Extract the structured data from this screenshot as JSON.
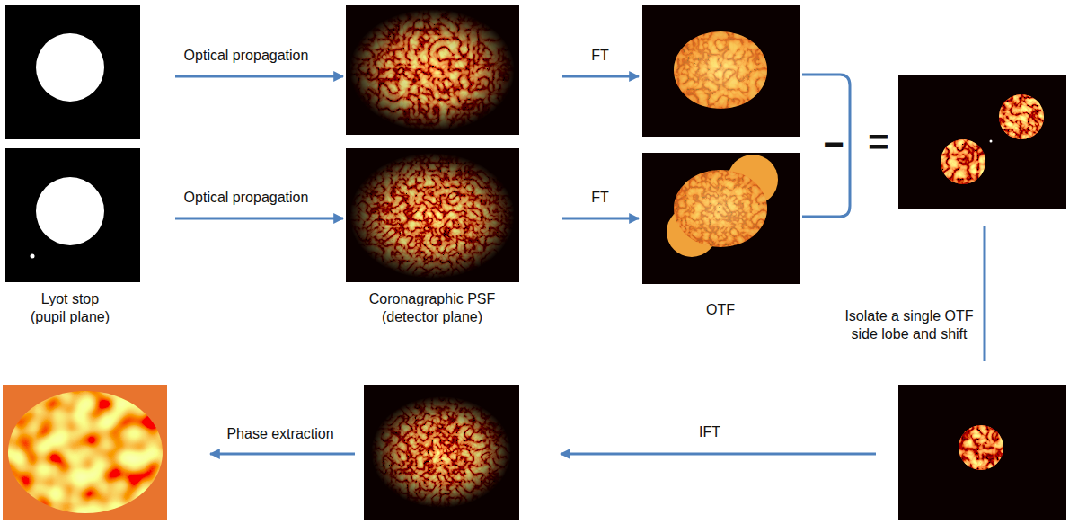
{
  "diagram": {
    "labels": [
      "Optical propagation",
      "FT",
      "Optical propagation",
      "FT",
      "−",
      "=",
      "Lyot stop (pupil plane)",
      "Coronagraphic PSF (detector plane)",
      "OTF",
      "Isolate a single OTF side lobe and shift",
      "IFT",
      "Phase extraction"
    ]
  }
}
